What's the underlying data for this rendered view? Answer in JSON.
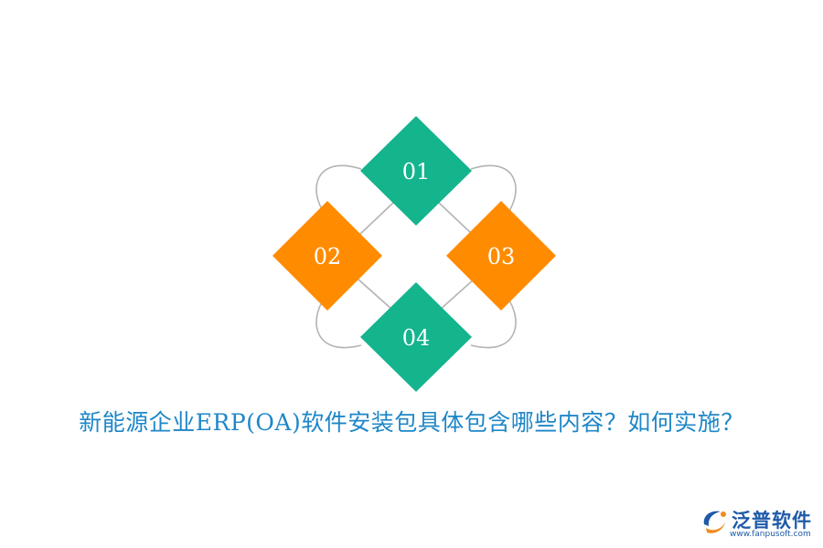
{
  "diagram": {
    "items": [
      {
        "label": "01",
        "color": "#14b48d"
      },
      {
        "label": "02",
        "color": "#ff8c00"
      },
      {
        "label": "03",
        "color": "#ff8c00"
      },
      {
        "label": "04",
        "color": "#14b48d"
      }
    ],
    "ring_color": "#b3b3b3"
  },
  "headline": {
    "text": "新能源企业ERP(OA)软件安装包具体包含哪些内容？如何实施？",
    "color": "#1e87c8"
  },
  "logo": {
    "name": "泛普软件",
    "url": "www.fanpusoft.com",
    "name_color": "#1e5aa8",
    "accent_color": "#f08c1e"
  }
}
